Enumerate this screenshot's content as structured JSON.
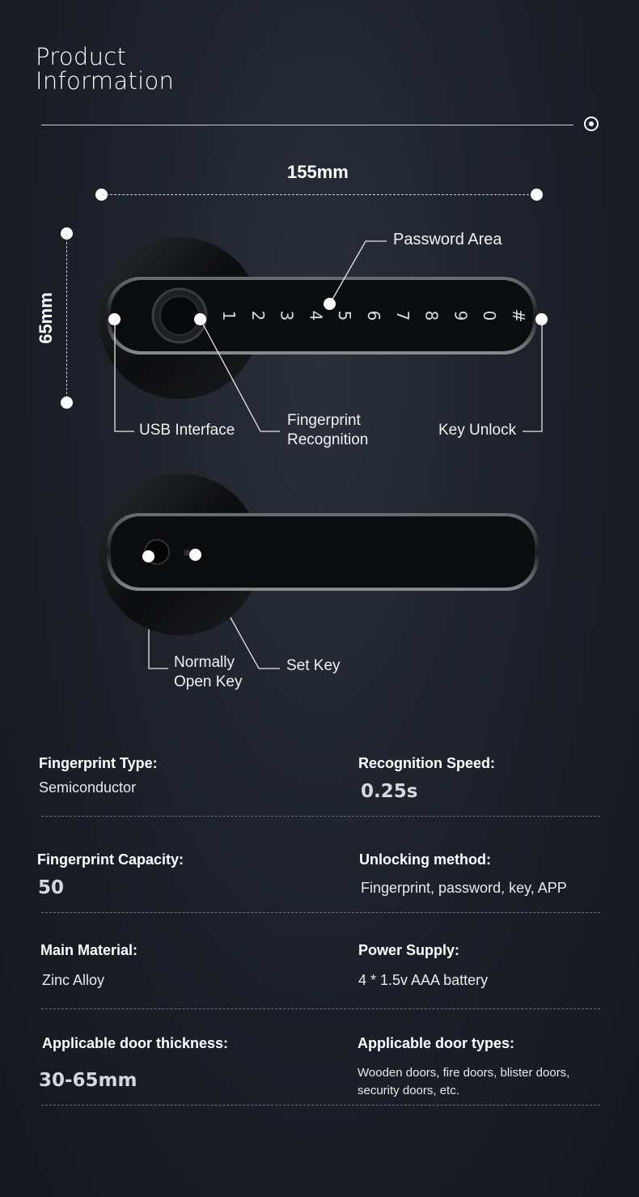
{
  "header": {
    "title_line1": "Product",
    "title_line2": "Information"
  },
  "dimensions": {
    "width": "155mm",
    "height": "65mm"
  },
  "keypad": {
    "keys": [
      "1",
      "2",
      "3",
      "4",
      "5",
      "6",
      "7",
      "8",
      "9",
      "0",
      "#"
    ]
  },
  "callouts": {
    "password_area": "Password Area",
    "usb_interface": "USB Interface",
    "fingerprint_line1": "Fingerprint",
    "fingerprint_line2": "Recognition",
    "key_unlock": "Key Unlock",
    "normally_open_line1": "Normally",
    "normally_open_line2": "Open Key",
    "set_key": "Set Key"
  },
  "specs": [
    {
      "label": "Fingerprint Type:",
      "value": "Semiconductor"
    },
    {
      "label": "Recognition Speed:",
      "value": "0.25s"
    },
    {
      "label": "Fingerprint Capacity:",
      "value": "50"
    },
    {
      "label": "Unlocking method:",
      "value": "Fingerprint, password, key, APP"
    },
    {
      "label": "Main Material:",
      "value": "Zinc Alloy"
    },
    {
      "label": "Power Supply:",
      "value": "4 * 1.5v AAA battery"
    },
    {
      "label": "Applicable door thickness:",
      "value": "30-65mm"
    },
    {
      "label": "Applicable door types:",
      "value": "Wooden doors, fire doors, blister doors, security doors, etc."
    }
  ],
  "colors": {
    "background": "#1c1f27",
    "lock_body": "#0e0f11",
    "text": "#ffffff"
  }
}
